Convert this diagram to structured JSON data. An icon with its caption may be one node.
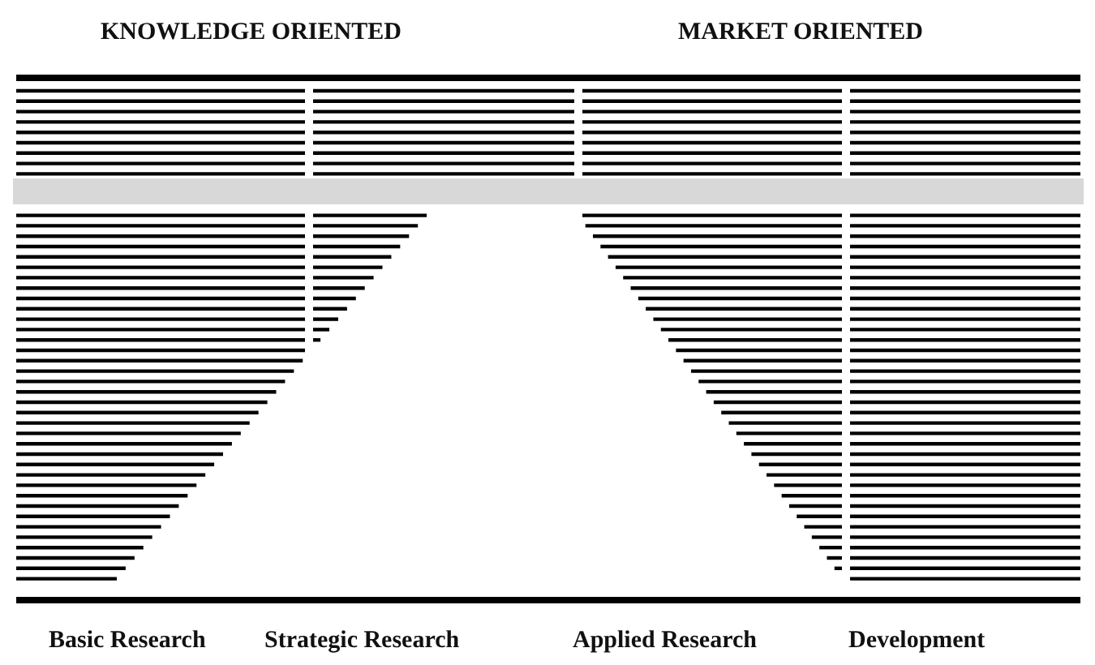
{
  "diagram": {
    "labels": [
      "KNOWLEDGE ORIENTED",
      "MARKET ORIENTED",
      "Basic Research",
      "Strategic Research",
      "Applied Research",
      "Development"
    ]
  }
}
